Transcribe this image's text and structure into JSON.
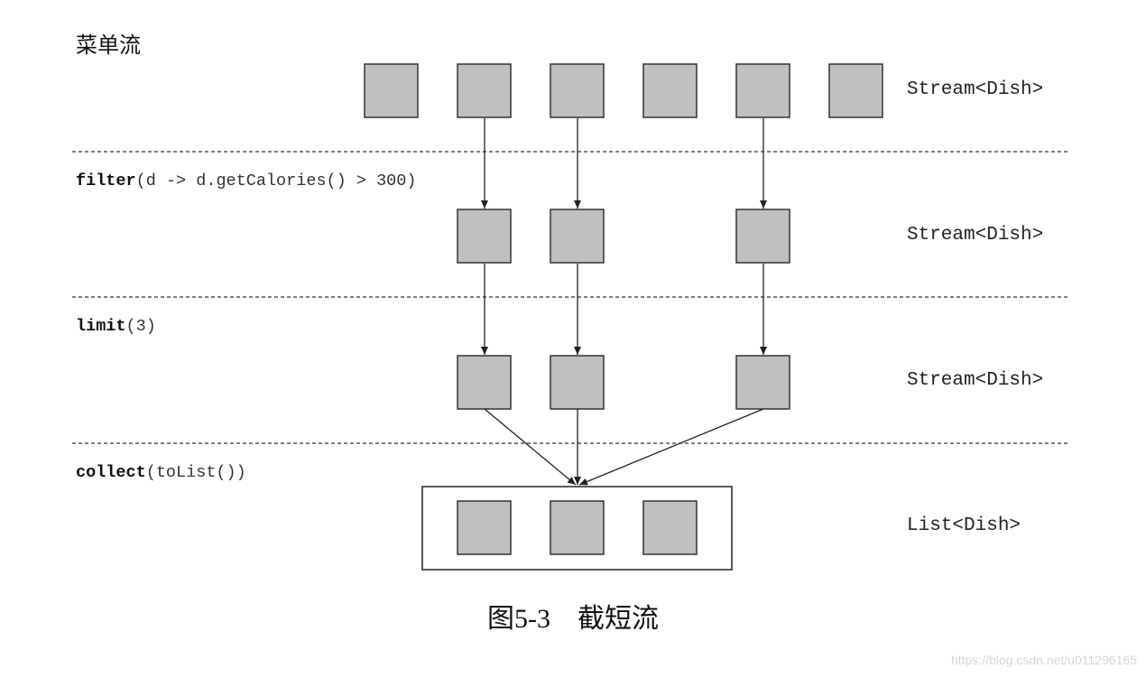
{
  "title": "菜单流",
  "operations": [
    {
      "name": "filter",
      "args": "(d -> d.getCalories() > 300)"
    },
    {
      "name": "limit",
      "args": "(3)"
    },
    {
      "name": "collect",
      "args": "(toList())"
    }
  ],
  "type_labels": [
    "Stream<Dish>",
    "Stream<Dish>",
    "Stream<Dish>",
    "List<Dish>"
  ],
  "caption": "图5-3　截短流",
  "watermark": "https://blog.csdn.net/u011296165",
  "colors": {
    "box_fill": "#c0c0c0",
    "box_stroke": "#333333",
    "line": "#222222"
  }
}
